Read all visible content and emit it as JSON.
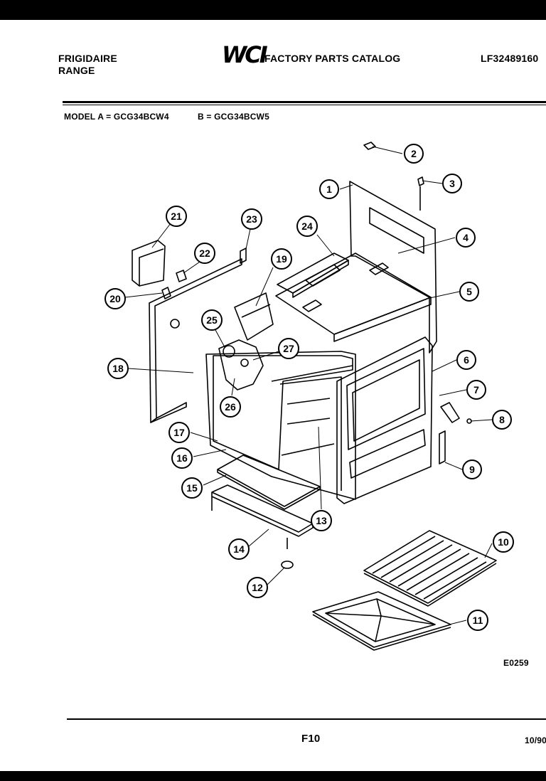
{
  "header": {
    "brand_line1": "FRIGIDAIRE",
    "brand_line2": "RANGE",
    "logo": "WCI",
    "catalog_title": "FACTORY PARTS CATALOG",
    "catalog_number": "LF32489160"
  },
  "models": {
    "model_a": "MODEL A = GCG34BCW4",
    "model_b": "B = GCG34BCW5"
  },
  "callouts": [
    {
      "id": "c1",
      "label": "1"
    },
    {
      "id": "c2",
      "label": "2"
    },
    {
      "id": "c3",
      "label": "3"
    },
    {
      "id": "c4",
      "label": "4"
    },
    {
      "id": "c5",
      "label": "5"
    },
    {
      "id": "c6",
      "label": "6"
    },
    {
      "id": "c7",
      "label": "7"
    },
    {
      "id": "c8",
      "label": "8"
    },
    {
      "id": "c9",
      "label": "9"
    },
    {
      "id": "c10",
      "label": "10"
    },
    {
      "id": "c11",
      "label": "11"
    },
    {
      "id": "c12",
      "label": "12"
    },
    {
      "id": "c13",
      "label": "13"
    },
    {
      "id": "c14",
      "label": "14"
    },
    {
      "id": "c15",
      "label": "15"
    },
    {
      "id": "c16",
      "label": "16"
    },
    {
      "id": "c17",
      "label": "17"
    },
    {
      "id": "c18",
      "label": "18"
    },
    {
      "id": "c19",
      "label": "19"
    },
    {
      "id": "c20",
      "label": "20"
    },
    {
      "id": "c21",
      "label": "21"
    },
    {
      "id": "c22",
      "label": "22"
    },
    {
      "id": "c23",
      "label": "23"
    },
    {
      "id": "c24",
      "label": "24"
    },
    {
      "id": "c25",
      "label": "25"
    },
    {
      "id": "c26",
      "label": "26"
    },
    {
      "id": "c27",
      "label": "27"
    }
  ],
  "footer": {
    "drawing_id": "E0259",
    "page": "F10",
    "date": "10/90"
  }
}
